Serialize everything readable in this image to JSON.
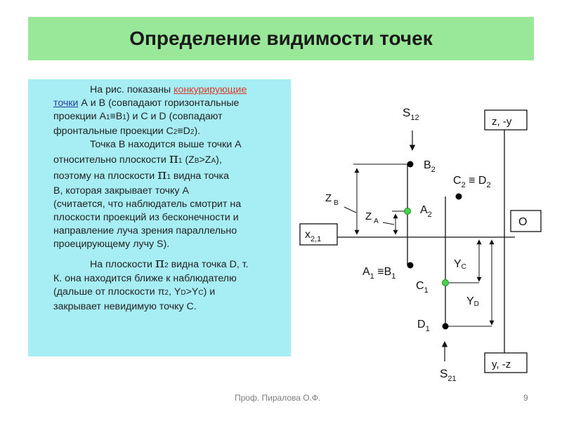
{
  "title": "Определение видимости точек",
  "paragraph1": {
    "line1_pre": "На рис. показаны ",
    "link1": "конкурирующие",
    "link2": "точки",
    "line2_post": " А и В (совпадают горизонтальные",
    "line3_pre": "проекции А",
    "line3_mid": "≡В",
    "line3_post": ") и С и D (совпадают",
    "line4_pre": "фронтальные проекции С",
    "line4_mid": "≡D",
    "line4_post": ").",
    "sub1": "1",
    "sub2": "2"
  },
  "paragraph2": {
    "line1": "Точка В находится выше точки А",
    "line2_pre": "относительно плоскости ",
    "line2_pi": "π",
    "line2_cond": "(Z",
    "line2_cond2": ">Z",
    "line2_cond3": "),",
    "subB": "B",
    "subA": "A",
    "sub1": "1",
    "line3_pre": "поэтому на плоскости ",
    "line3_post": " видна точка",
    "line4": "В, которая закрывает точку А",
    "line5": "(считается, что наблюдатель смотрит на",
    "line6": "плоскости проекций из бесконечности и",
    "line7": "направление луча зрения параллельно",
    "line8": "проецирующему лучу S)."
  },
  "paragraph3": {
    "line1_pre": "На плоскости ",
    "line1_post": " видна точка D, т.",
    "sub2": "2",
    "line2": "К. она находится ближе к наблюдателю",
    "line3_pre": "(дальше от плоскости ",
    "line3_mid": ", Y",
    "line3_mid2": ">Y",
    "line3_post": ") и",
    "subD": "D",
    "subC": "C",
    "line4": "закрывает невидимую точку С."
  },
  "diagram": {
    "s12_main": "S",
    "s12_sub": "12",
    "s21_main": "S",
    "s21_sub": "21",
    "b2_main": "B",
    "b2_sub": "2",
    "a2_main": "A",
    "a2_sub": "2",
    "c2d2_main": "C",
    "c2d2_sub": "2",
    "c2d2_eq": " ≡ D",
    "c2d2_sub2": "2",
    "a1b1_main": "A",
    "a1b1_sub": "1",
    "a1b1_eq": " ≡B",
    "a1b1_sub2": "1",
    "c1_main": "C",
    "c1_sub": "1",
    "d1_main": "D",
    "d1_sub": "1",
    "zb_main": "Z",
    "zb_sub": "B",
    "za_main": "Z",
    "za_sub": "A",
    "yc_main": "Y",
    "yc_sub": "C",
    "yd_main": "Y",
    "yd_sub": "D",
    "x21_main": "x",
    "x21_sub": "2,1",
    "o_label": "O",
    "zy_label": "z,  -y",
    "yz_label": "y,  -z"
  },
  "footer": {
    "author": "Проф. Пиралова О.Ф.",
    "page": "9"
  },
  "colors": {
    "title_bg": "#99e89a",
    "panel_bg": "#a6eef4",
    "link_red": "#d63b2a",
    "link_blue": "#2a3f9a",
    "point_black": "#000000",
    "point_green": "#4cd14c"
  }
}
